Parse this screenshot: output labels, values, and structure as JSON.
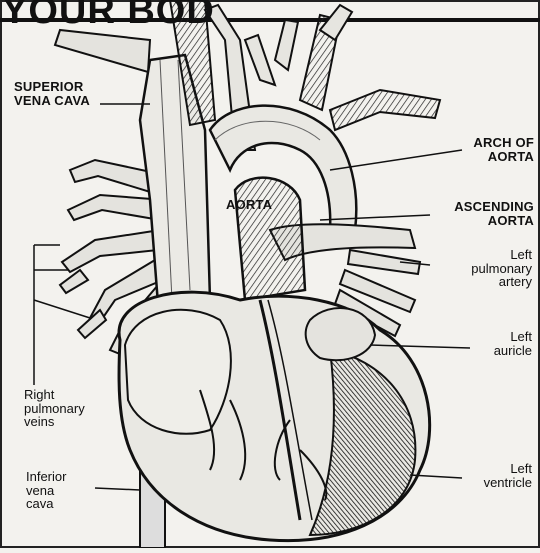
{
  "title_fragment": "YOUR BOD",
  "labels": {
    "superior_vena_cava": [
      "SUPERIOR",
      "VENA CAVA"
    ],
    "arch_of_aorta": [
      "ARCH OF",
      "AORTA"
    ],
    "aorta": "AORTA",
    "ascending_aorta": [
      "ASCENDING",
      "AORTA"
    ],
    "left_pulmonary_artery": [
      "Left",
      "pulmonary",
      "artery"
    ],
    "left_auricle": [
      "Left",
      "auricle"
    ],
    "right_pulmonary_veins": [
      "Right",
      "pulmonary",
      "veins"
    ],
    "left_ventricle": [
      "Left",
      "ventricle"
    ],
    "inferior_vena_cava": [
      "Inferior",
      "vena",
      "cava"
    ]
  }
}
